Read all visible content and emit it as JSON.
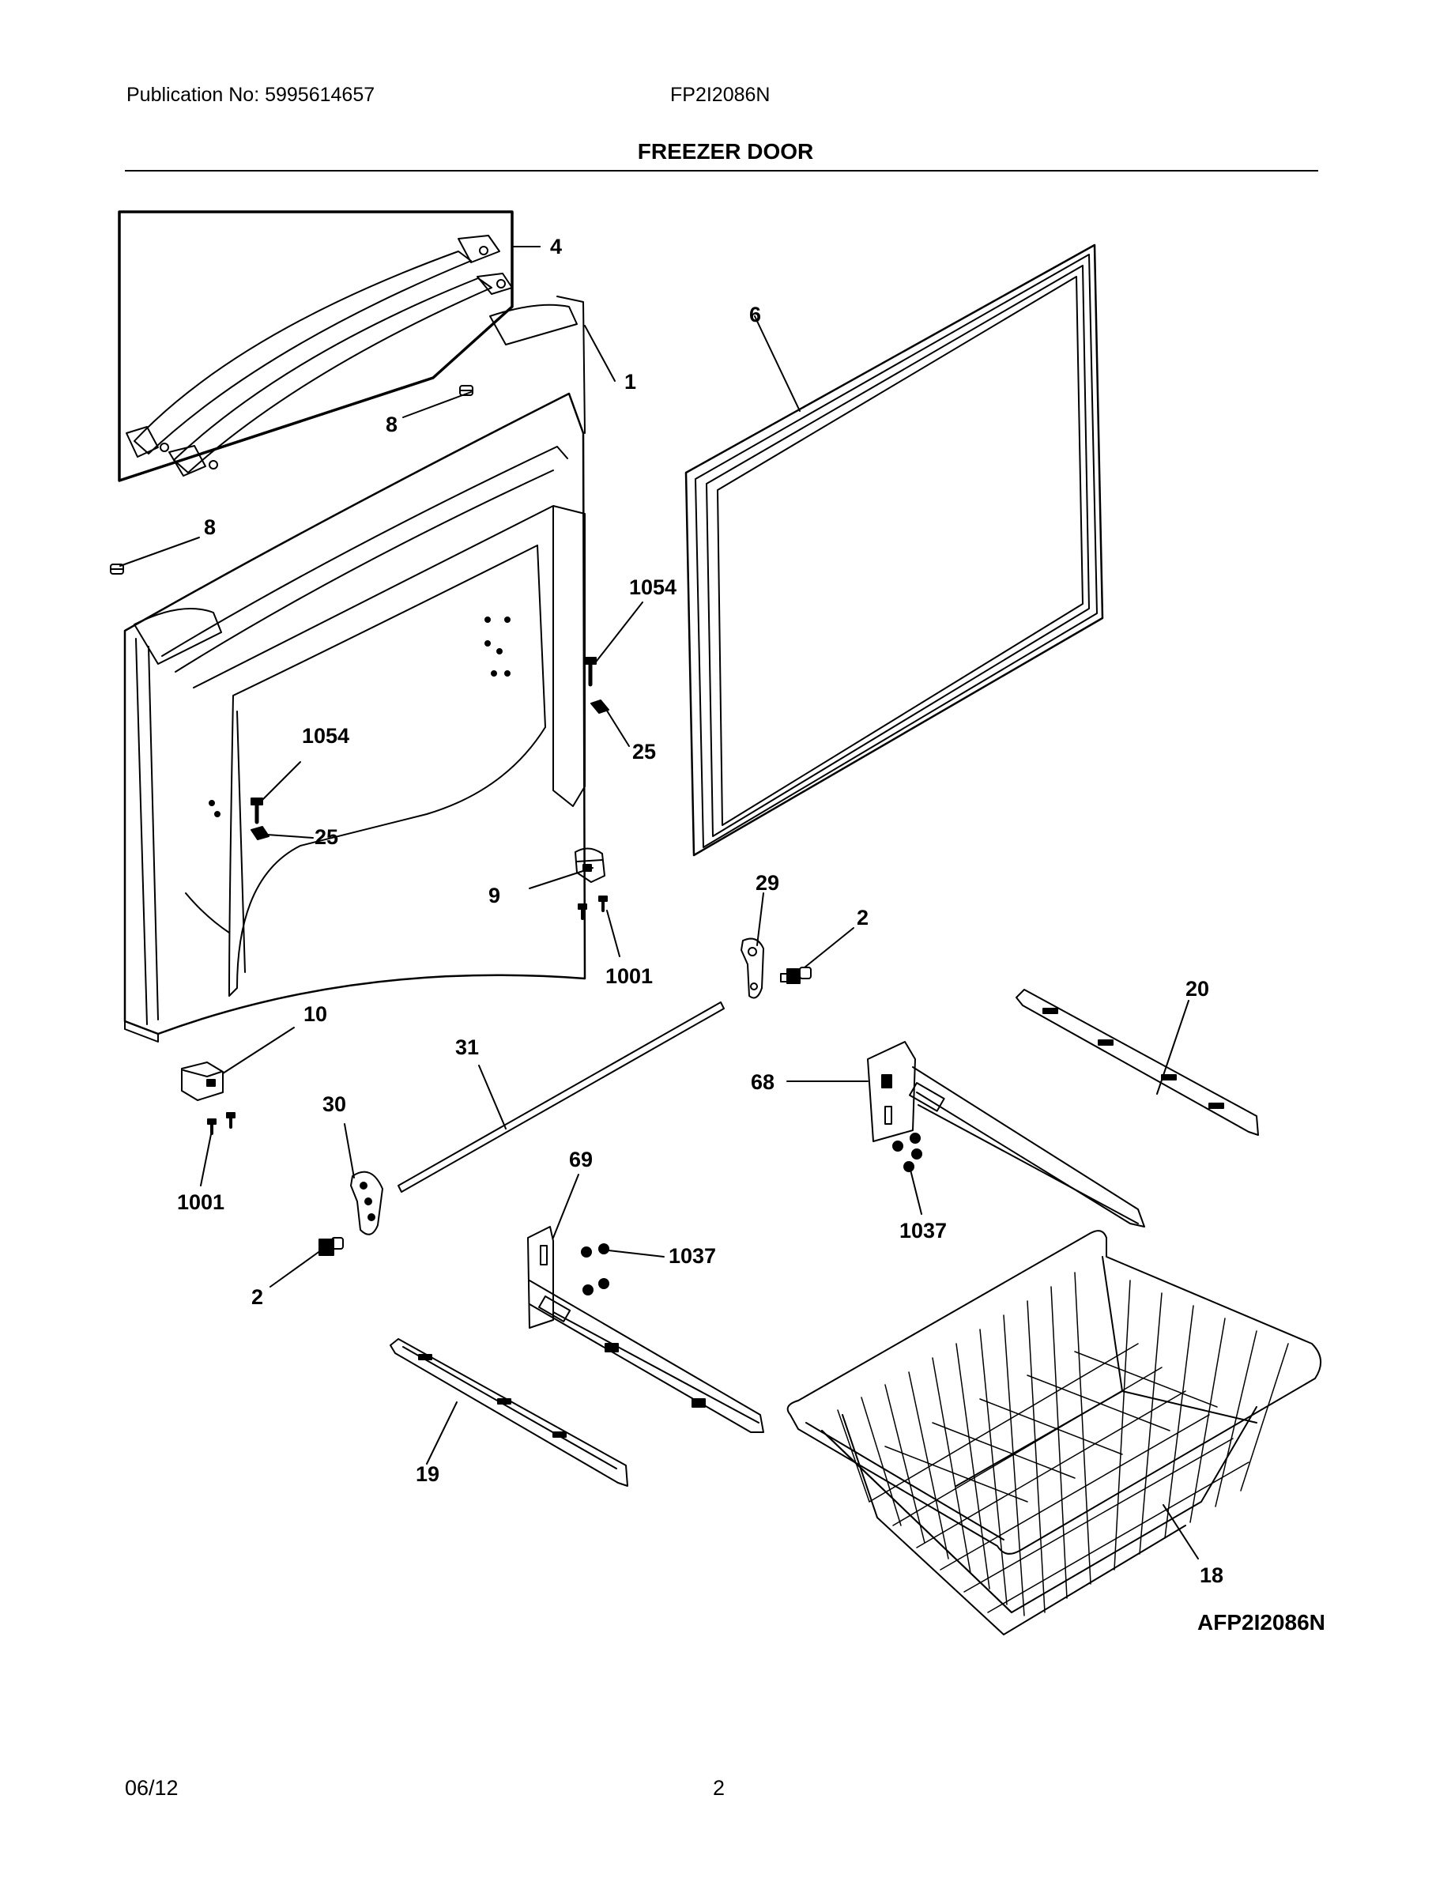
{
  "header": {
    "publication": "Publication No: 5995614657",
    "model": "FP2I2086N",
    "title": "FREEZER DOOR"
  },
  "diagram": {
    "figure_code": "AFP2I2086N",
    "callouts": {
      "c4": "4",
      "c6": "6",
      "c1": "1",
      "c8a": "8",
      "c8b": "8",
      "c1054a": "1054",
      "c1054b": "1054",
      "c25a": "25",
      "c25b": "25",
      "c9": "9",
      "c29": "29",
      "c2a": "2",
      "c1001a": "1001",
      "c20": "20",
      "c10": "10",
      "c31": "31",
      "c68": "68",
      "c30": "30",
      "c69": "69",
      "c1001b": "1001",
      "c1037a": "1037",
      "c1037b": "1037",
      "c2b": "2",
      "c19": "19",
      "c18": "18"
    }
  },
  "footer": {
    "date": "06/12",
    "page": "2"
  }
}
